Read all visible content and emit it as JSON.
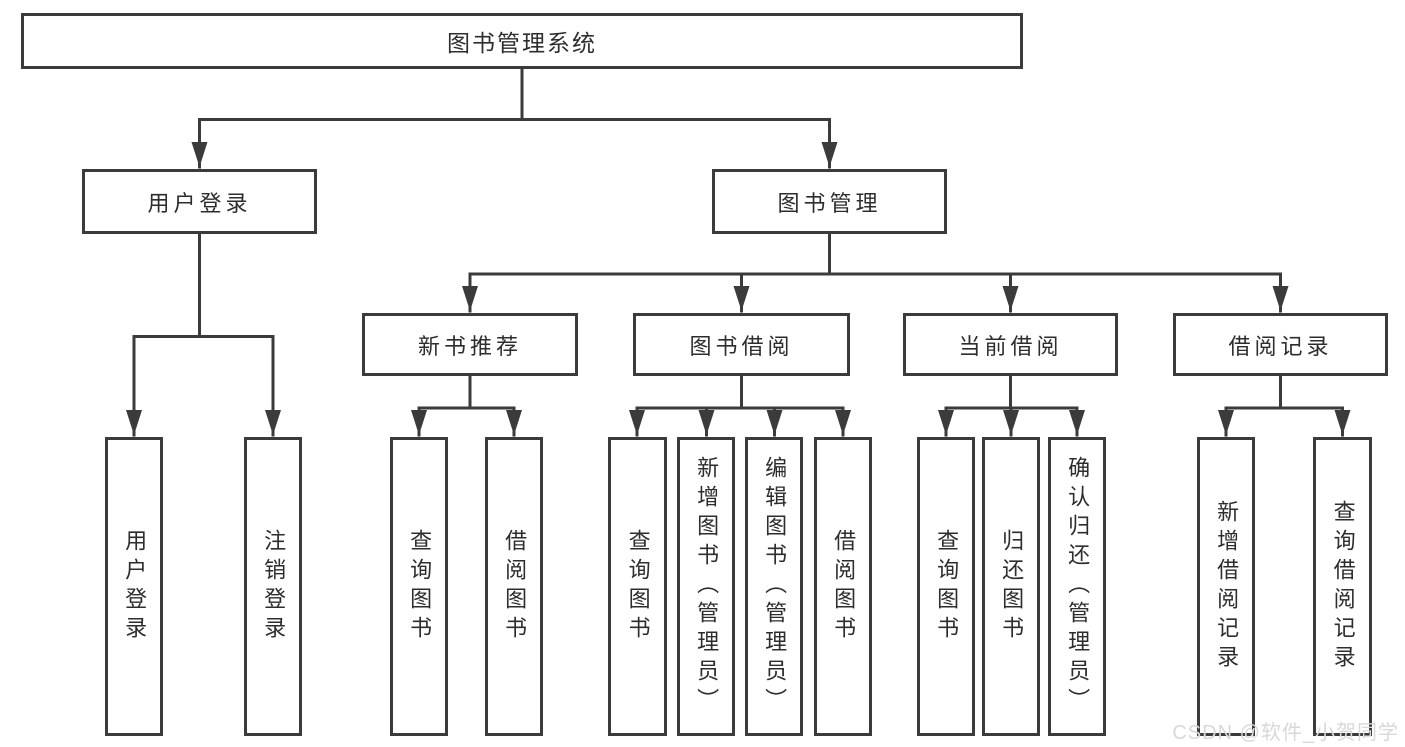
{
  "colors": {
    "line": "#3b3b3b",
    "box_border": "#3b3b3b",
    "text": "#2d2d2d",
    "watermark": "#d8d8d8",
    "background": "#ffffff"
  },
  "diagram": {
    "root": {
      "label": "图书管理系统"
    },
    "branches": [
      {
        "label": "用户登录",
        "children": [
          {
            "label": "用户登录"
          },
          {
            "label": "注销登录"
          }
        ]
      },
      {
        "label": "图书管理",
        "children": [
          {
            "label": "新书推荐",
            "children": [
              {
                "label": "查询图书"
              },
              {
                "label": "借阅图书"
              }
            ]
          },
          {
            "label": "图书借阅",
            "children": [
              {
                "label": "查询图书"
              },
              {
                "label": "新增图书（管理员）"
              },
              {
                "label": "编辑图书（管理员）"
              },
              {
                "label": "借阅图书"
              }
            ]
          },
          {
            "label": "当前借阅",
            "children": [
              {
                "label": "查询图书"
              },
              {
                "label": "归还图书"
              },
              {
                "label": "确认归还（管理员）"
              }
            ]
          },
          {
            "label": "借阅记录",
            "children": [
              {
                "label": "新增借阅记录"
              },
              {
                "label": "查询借阅记录"
              }
            ]
          }
        ]
      }
    ]
  },
  "watermark": {
    "text": "CSDN @软件_小贺同学"
  }
}
